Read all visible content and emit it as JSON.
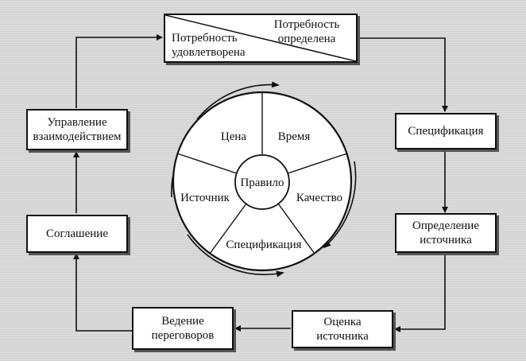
{
  "cycle": {
    "need_satisfied": "Потребность удовлетворена",
    "need_defined": "Потребность определена",
    "specification": "Спецификация",
    "source_definition": "Определение источника",
    "source_evaluation": "Оценка источника",
    "negotiation": "Ведение переговоров",
    "agreement": "Соглашение",
    "interaction_management": "Управление взаимодействием"
  },
  "wheel": {
    "center": "Правило",
    "segments": [
      "Цена",
      "Время",
      "Качество",
      "Спецификация",
      "Источник"
    ]
  }
}
